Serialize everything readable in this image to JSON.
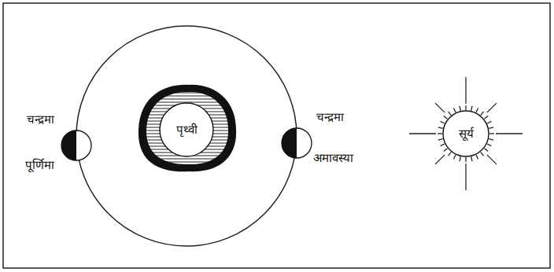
{
  "diagram": {
    "nodes": [
      {
        "text": [
          "चन्द्रमा",
          "पूर्णिमा"
        ]
      },
      {
        "text": [
          "पृथ्वी"
        ]
      },
      {
        "text": [
          "चन्द्रमा",
          "अमावस्या"
        ]
      },
      {
        "text": [
          "सूर्य"
        ]
      }
    ]
  }
}
